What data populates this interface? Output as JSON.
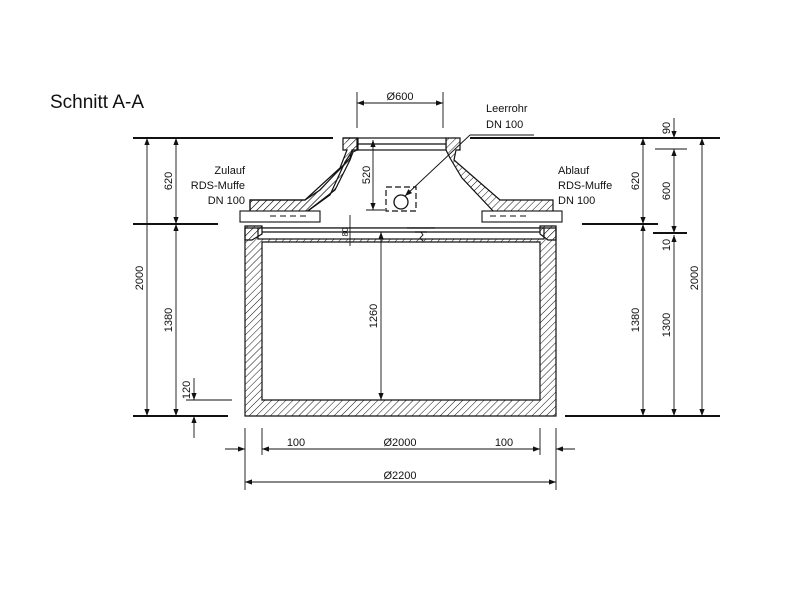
{
  "title": "Schnitt A-A",
  "labels": {
    "inlet": [
      "Zulauf",
      "RDS-Muffe",
      "DN 100"
    ],
    "outlet": [
      "Ablauf",
      "RDS-Muffe",
      "DN 100"
    ],
    "conduit": [
      "Leerrohr",
      "DN 100"
    ]
  },
  "dimensions": {
    "opening": "Ø600",
    "cone_height": "520",
    "slab": "80",
    "inner_height": "1260",
    "left_total": "2000",
    "left_top": "620",
    "left_bottom": "1380",
    "floor": "120",
    "right_top": "620",
    "right_bottom": "1380",
    "right_90": "90",
    "right_600": "600",
    "right_10": "10",
    "right_1300": "1300",
    "right_total": "2000",
    "wall_left": "100",
    "inner_diameter": "Ø2000",
    "wall_right": "100",
    "outer_diameter": "Ø2200"
  }
}
